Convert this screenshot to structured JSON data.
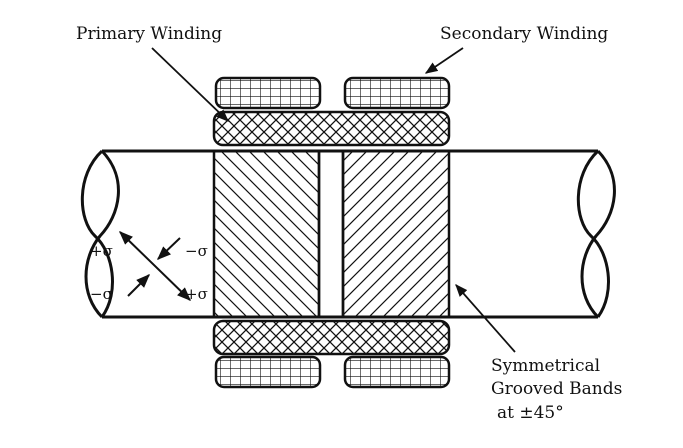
{
  "labels": {
    "primary_winding": "Primary Winding",
    "secondary_winding": "Secondary Winding",
    "bands_line1": "Symmetrical",
    "bands_line2": "Grooved Bands",
    "bands_line3": "at ±45°"
  },
  "stress": {
    "plus_upper": "+σ",
    "minus_upper": "−σ",
    "minus_lower": "−σ",
    "plus_lower": "+σ"
  }
}
